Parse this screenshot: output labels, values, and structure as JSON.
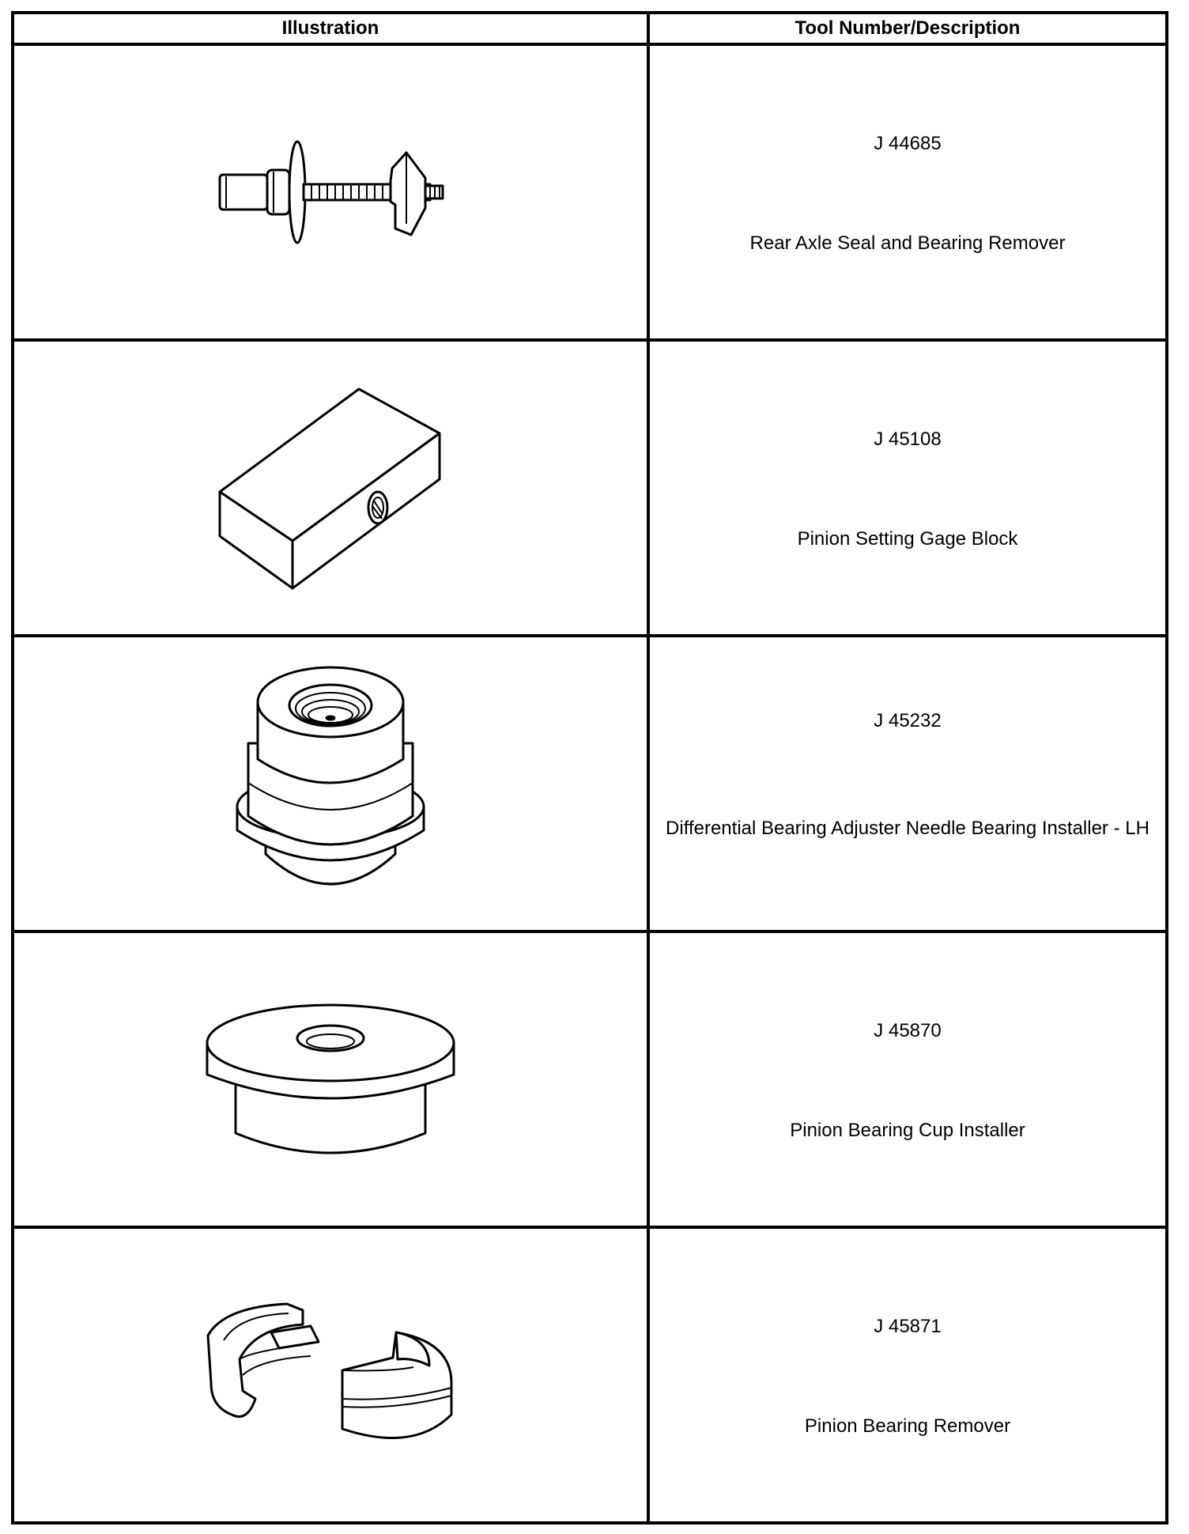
{
  "table": {
    "header": {
      "illustration": "Illustration",
      "tool": "Tool Number/Description"
    },
    "rows": [
      {
        "number": "J 44685",
        "description": "Rear Axle Seal and Bearing Remover",
        "icon": "axle-seal-bearing-remover-icon"
      },
      {
        "number": "J 45108",
        "description": "Pinion Setting Gage Block",
        "icon": "gage-block-icon"
      },
      {
        "number": "J 45232",
        "description": "Differential Bearing Adjuster Needle Bearing Installer - LH",
        "icon": "needle-bearing-installer-icon"
      },
      {
        "number": "J 45870",
        "description": "Pinion Bearing Cup Installer",
        "icon": "bearing-cup-installer-icon"
      },
      {
        "number": "J 45871",
        "description": "Pinion Bearing Remover",
        "icon": "pinion-bearing-remover-icon"
      }
    ]
  }
}
